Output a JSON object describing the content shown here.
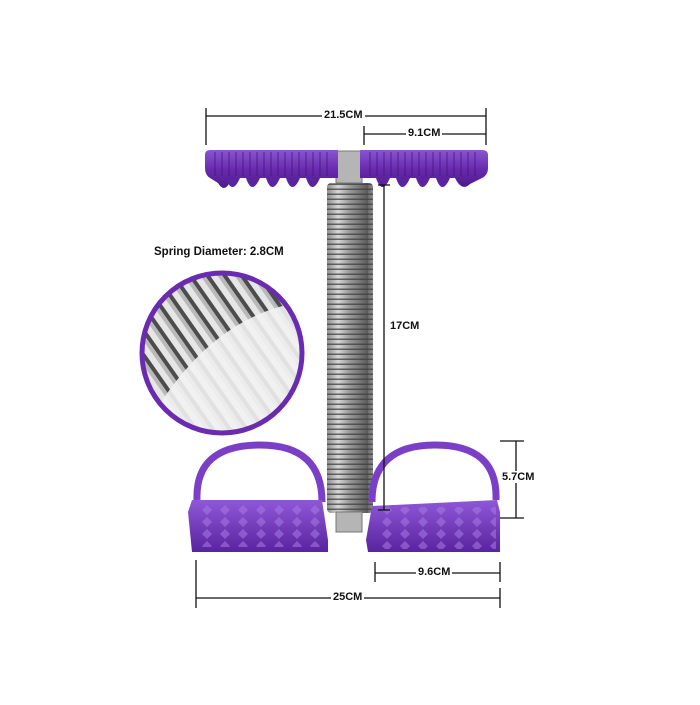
{
  "dimensions": {
    "handle_length": "21.5CM",
    "grip_length": "9.1CM",
    "spring_length": "17CM",
    "pedal_height": "5.7CM",
    "pedal_width": "9.6CM",
    "base_width": "25CM"
  },
  "spring_callout": "Spring Diameter: 2.8CM",
  "colors": {
    "product_purple": "#6a2bb0",
    "purple_dark": "#4d1a8a",
    "purple_light": "#8e55d4",
    "spring_gray": "#9a9a9a",
    "dimension_line": "#111111",
    "background": "#ffffff"
  }
}
